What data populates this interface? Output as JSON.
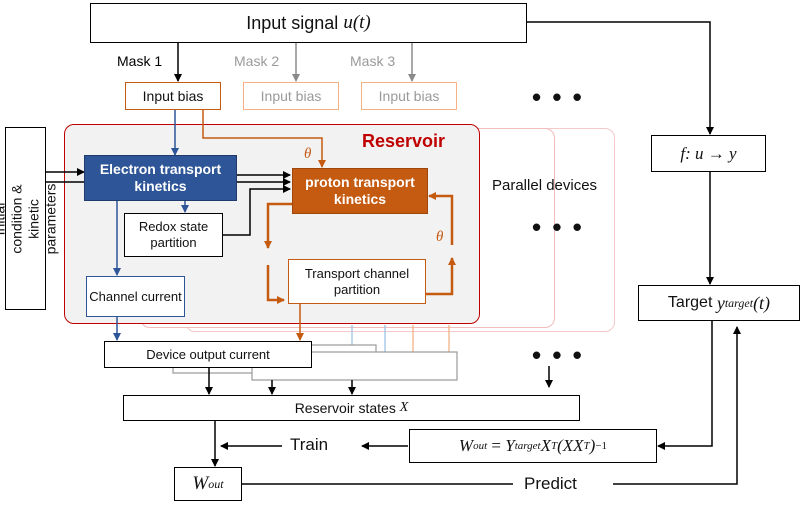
{
  "input_signal": {
    "text": "Input signal ",
    "math": "u(t)"
  },
  "masks": [
    "Mask 1",
    "Mask 2",
    "Mask 3"
  ],
  "input_bias": [
    "Input bias",
    "Input bias",
    "Input bias"
  ],
  "reservoir": {
    "title": "Reservoir",
    "electron_transport": "Electron transport kinetics",
    "proton_transport": "proton transport kinetics",
    "redox_state": "Redox state partition",
    "transport_channel": "Transport channel partition",
    "channel_current": "Channel current",
    "theta_top": "θ",
    "theta_right": "θ"
  },
  "initial_condition": "Initial condition & kinetic parameters",
  "parallel_devices": "Parallel devices",
  "device_output_current": "Device output current",
  "reservoir_states": {
    "text": "Reservoir states ",
    "math": "X"
  },
  "function_label": "f: u → y",
  "target": {
    "text": "Target ",
    "math_main": "y",
    "math_sub": "target",
    "math_tail": "(t)"
  },
  "train_label": "Train",
  "predict_label": "Predict",
  "w_out": {
    "main": "W",
    "sub": "out"
  },
  "formula": {
    "lhs_main": "W",
    "lhs_sub": "out",
    "eq": " = ",
    "y_main": "Y",
    "y_sub": "target",
    "x1": "X",
    "sup1": "T",
    "paren": "(XX",
    "sup2": "T",
    "close": ")",
    "sup3": "−1"
  },
  "ellipsis": "• • •",
  "colors": {
    "blue": "#2E5597",
    "orange": "#C55A11",
    "light_orange": "#F4B183",
    "gray": "#9a9a9a",
    "red_title": "#C00000",
    "reservoir_fill": "#F2F2F2"
  }
}
